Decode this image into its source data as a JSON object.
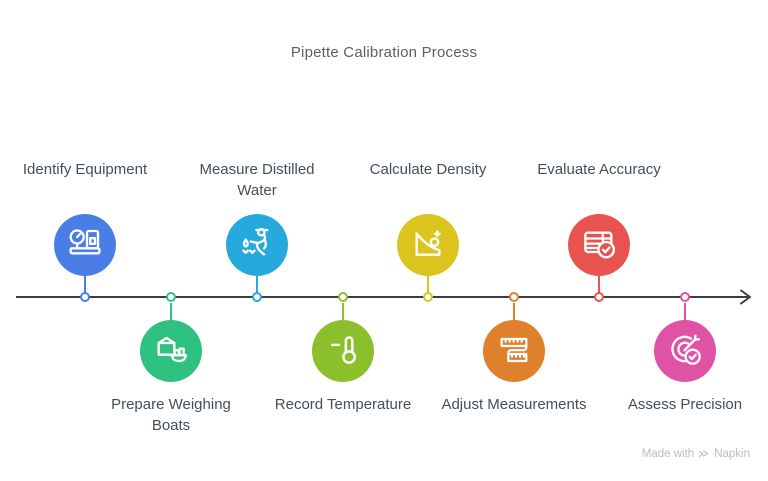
{
  "title": "Pipette Calibration Process",
  "timeline": {
    "direction": "left-to-right",
    "line_color": "#3d3d3d"
  },
  "steps": [
    {
      "label": "Identify Equipment",
      "icon": "weighing-scale-icon",
      "color": "#4a7ee6",
      "position": "above"
    },
    {
      "label": "Prepare Weighing Boats",
      "icon": "box-and-boat-icon",
      "color": "#2fc180",
      "position": "below"
    },
    {
      "label": "Measure Distilled Water",
      "icon": "person-watering-icon",
      "color": "#26a9dc",
      "position": "above"
    },
    {
      "label": "Record Temperature",
      "icon": "thermometer-icon",
      "color": "#8bbf2b",
      "position": "below"
    },
    {
      "label": "Calculate Density",
      "icon": "landscape-icon",
      "color": "#dcc41f",
      "position": "above"
    },
    {
      "label": "Adjust Measurements",
      "icon": "measuring-tape-icon",
      "color": "#df812c",
      "position": "below"
    },
    {
      "label": "Evaluate Accuracy",
      "icon": "table-check-icon",
      "color": "#e85350",
      "position": "above"
    },
    {
      "label": "Assess Precision",
      "icon": "target-check-icon",
      "color": "#e053a4",
      "position": "below"
    }
  ],
  "watermark": {
    "prefix": "Made with",
    "brand": "Napkin",
    "logo_icon": "napkin-logo-icon",
    "color": "#bdbdbd"
  }
}
